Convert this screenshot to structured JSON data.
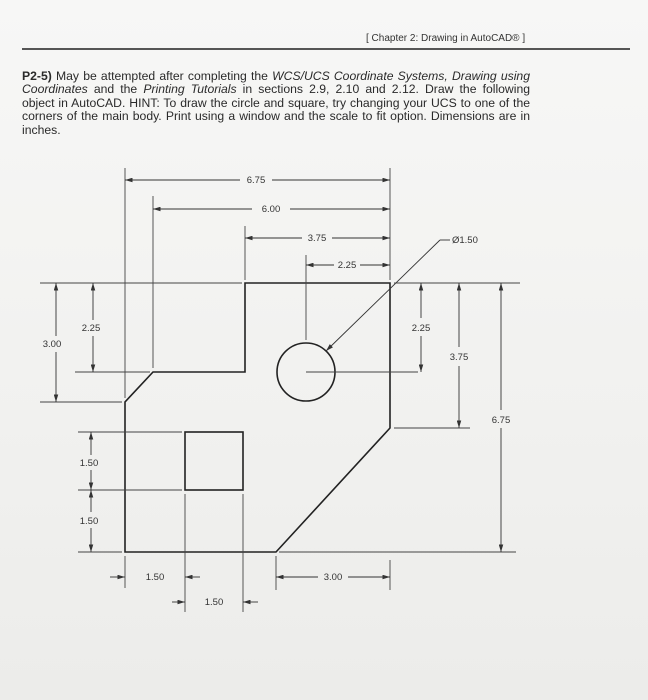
{
  "running_head": "[ Chapter 2: Drawing in AutoCAD® ]",
  "problem": {
    "number": "P2-5)",
    "text_1": " May be attempted after completing the ",
    "ref_1": "WCS/UCS Coordinate Systems, Drawing using Coordinates",
    "text_2": " and the ",
    "ref_2": "Printing Tutorials",
    "text_3": " in sections 2.9, 2.10 and 2.12. Draw the following object in AutoCAD. HINT: To draw the circle and square, try changing your UCS to one of the corners of the main body. Print using a window and the scale to fit option. Dimensions are in inches."
  },
  "dimensions": {
    "top_overall": "6.75",
    "top_second": "6.00",
    "top_third": "3.75",
    "top_fourth": "2.25",
    "circle_diameter": "Ø1.50",
    "left_outer": "3.00",
    "left_inner": "2.25",
    "left_lower_1": "1.50",
    "left_lower_2": "1.50",
    "right_inner": "2.25",
    "right_middle": "3.75",
    "right_overall": "6.75",
    "bottom_left": "1.50",
    "bottom_left_2": "1.50",
    "bottom_right": "3.00"
  }
}
